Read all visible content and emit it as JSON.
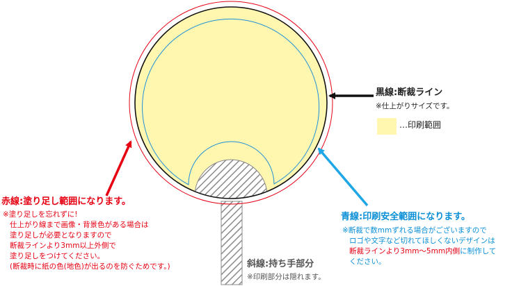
{
  "colors": {
    "bleed": "#e60012",
    "cut": "#111111",
    "safe": "#1e90d8",
    "print_fill": "#fff6b0",
    "handle": "#8a8a8a",
    "red_arrow": "#e60012",
    "blue_arrow": "#1fa6e6",
    "black_arrow": "#111111"
  },
  "cut_line": {
    "title": "黒線:断裁ライン",
    "note": "※仕上がりサイズです。"
  },
  "legend": {
    "print_area_label": "…印刷範囲"
  },
  "bleed_line": {
    "title": "赤線:塗り足し範囲になります。",
    "notes": [
      "※塗り足しを忘れずに!",
      "仕上がり線まで画像・背景色がある場合は",
      "塗り足しが必要となりますので",
      "断裁ラインより3mm以上外側で",
      "塗り足しをつけてください。",
      "(断裁時に紙の色(地色)が出るのを防ぐためです。)"
    ]
  },
  "safe_line": {
    "title": "青線:印刷安全範囲になります。",
    "notes": [
      "※断裁で数mmずれる場合がございますので",
      "ロゴや文字など切れてほしくないデザインは"
    ],
    "emph_prefix": "断裁ラインより3mm～5mm内側",
    "emph_suffix": "に制作して",
    "last": "ください。"
  },
  "handle": {
    "title": "斜線:持ち手部分",
    "note": "※印刷部分は隠れます。"
  }
}
